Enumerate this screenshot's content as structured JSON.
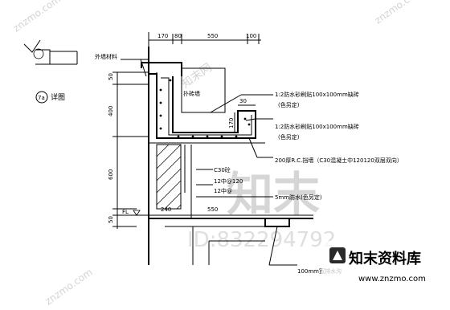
{
  "dims_top": [
    "170",
    "80",
    "550",
    "100"
  ],
  "dims_left": [
    "50",
    "400",
    "600",
    "50"
  ],
  "dims_bottom": [
    "240",
    "550"
  ],
  "small_dims": [
    "30",
    "170"
  ],
  "fl_label": "FL",
  "detail": {
    "number": "7a",
    "title": "详图"
  },
  "labels": {
    "facade": "外墙材料",
    "wall": "扑砖墙",
    "note1_line1": "1:2防水砂刷贴100x100mm缺砖",
    "note1_line2": "(色另定)",
    "note2_line1": "1:2防水砂刷贴100x100mm缺砖",
    "note2_line2": "(色另定)",
    "rc": "200厚R.C.挡墙（C30混凝土中120120双层双向）",
    "c30": "C30砼",
    "rebar1": "12中@120",
    "rebar2": "12中@",
    "waterproof": "5mm防水(色另定)",
    "drain": "100mm宽排水沟"
  },
  "watermarks": {
    "brand_cn": "知末",
    "id": "ID:832294792",
    "site_cn": "知末资料库",
    "site_url": "www.znzmo.com",
    "diag": [
      "znzmo.com",
      "znzmo.com",
      "znzmo.com",
      "知末网"
    ]
  }
}
